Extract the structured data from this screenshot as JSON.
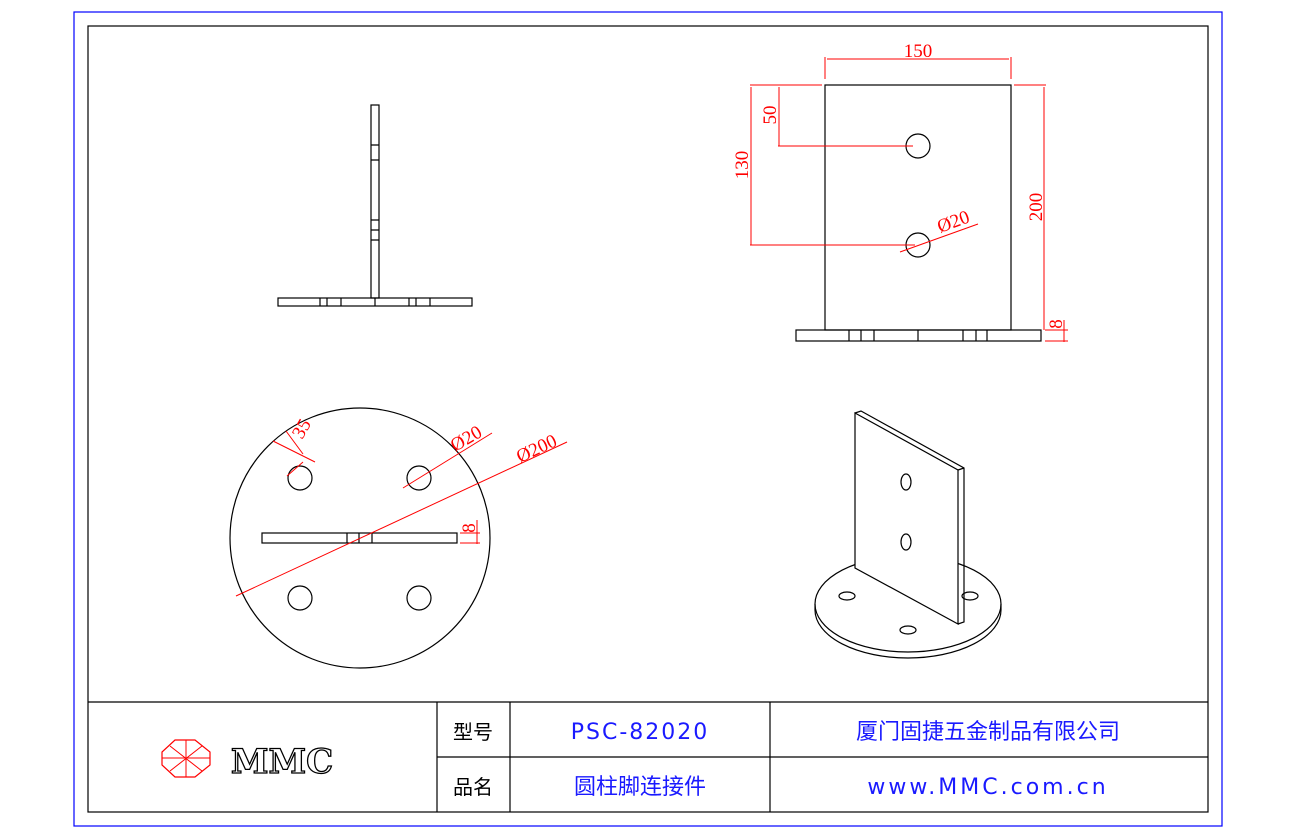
{
  "drawing": {
    "dimensions": {
      "width_150": "150",
      "height_200": "200",
      "hole_offset_50": "50",
      "hole_offset_130": "130",
      "hole_dia_front": "Ø20",
      "plate_thk_front": "8",
      "hole_dia_plan": "Ø20",
      "base_dia": "Ø200",
      "edge_dist": "35",
      "plate_thk_plan": "8"
    },
    "colors": {
      "border": "#0000ff",
      "dimension": "#ff0000",
      "text": "#1a1aff"
    }
  },
  "title_block": {
    "logo_text": "MMC",
    "model_label": "型号",
    "model_value": "PSC-82020",
    "name_label": "品名",
    "name_value": "圆柱脚连接件",
    "company": "厦门固捷五金制品有限公司",
    "website": "www.MMC.com.cn"
  }
}
